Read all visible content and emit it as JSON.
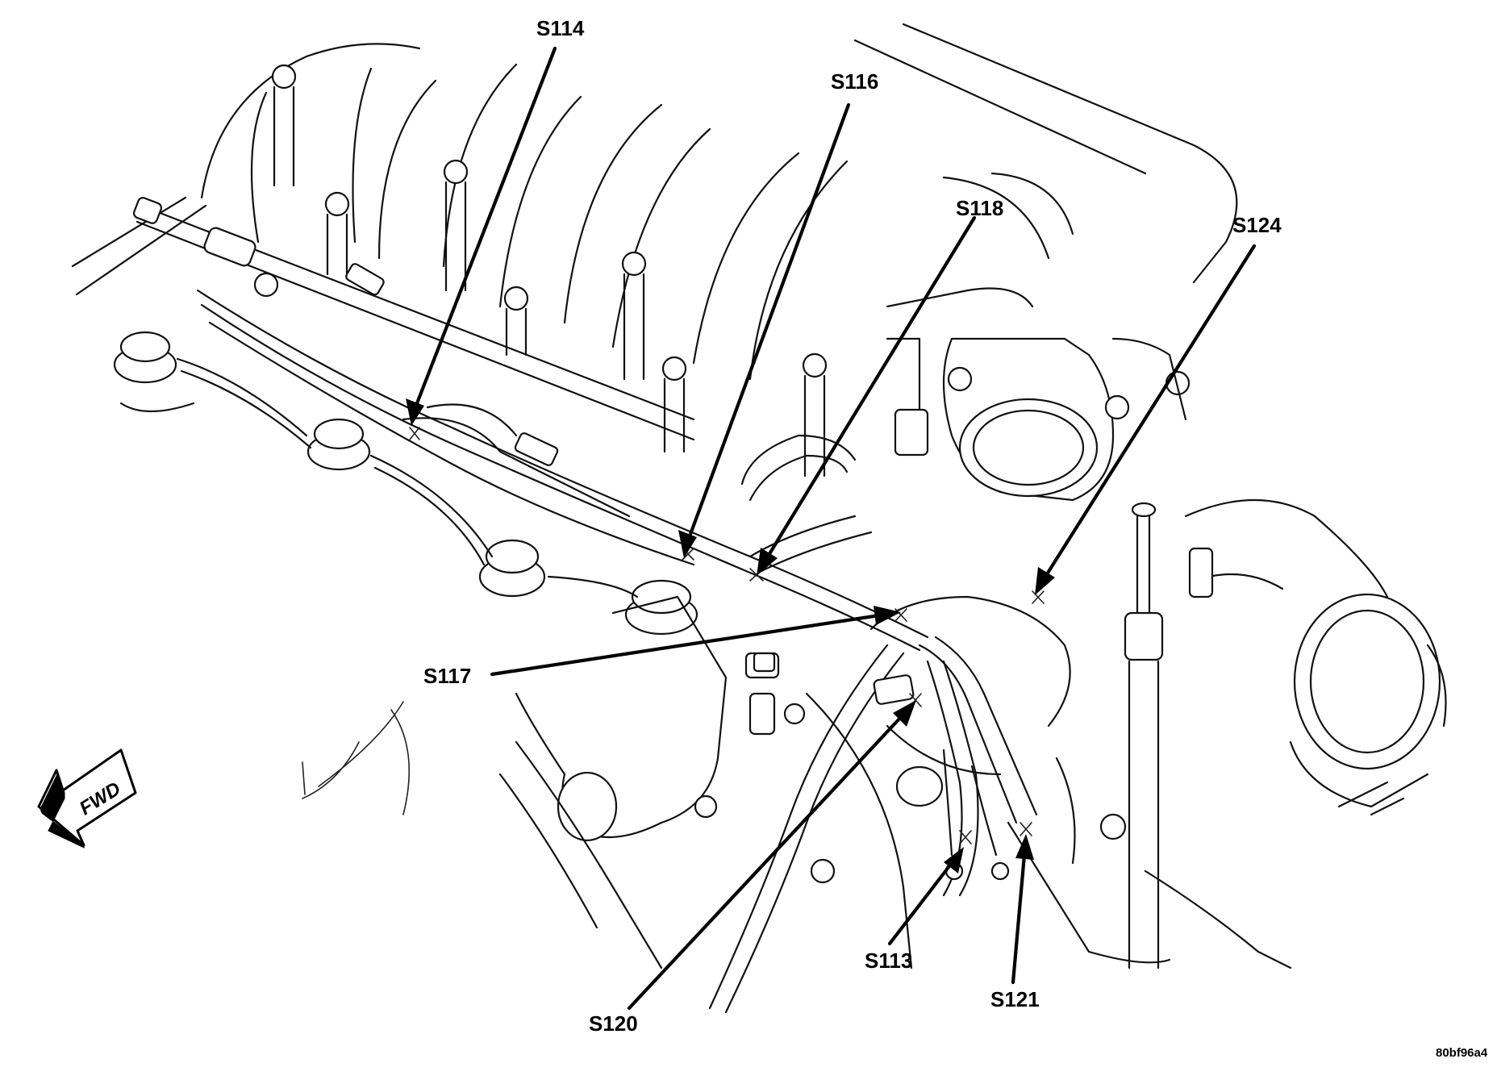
{
  "callouts": {
    "s114": "S114",
    "s116": "S116",
    "s118": "S118",
    "s124": "S124",
    "s117": "S117",
    "s120": "S120",
    "s113": "S113",
    "s121": "S121"
  },
  "fwd_label": "FWD",
  "figure_code": "80bf96a4",
  "line_color": "#111111"
}
